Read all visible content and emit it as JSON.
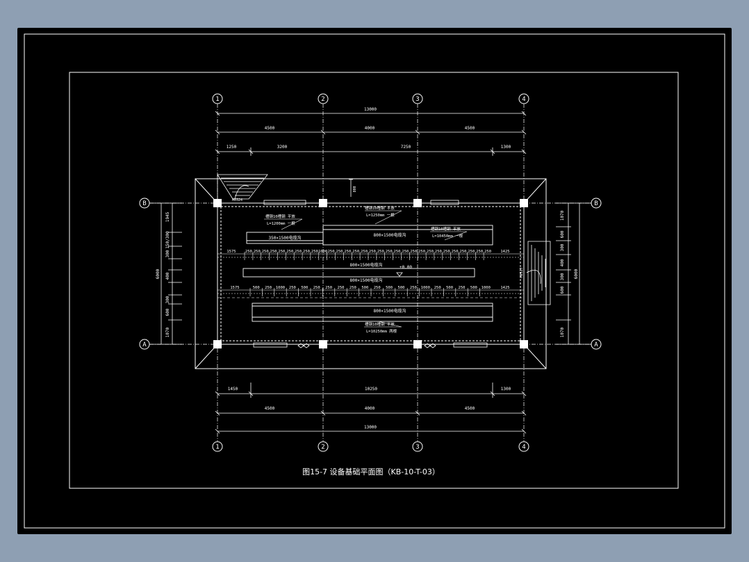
{
  "colors": {
    "background": "#8e9fb3",
    "canvas": "#000000",
    "line": "#ffffff"
  },
  "drawing": {
    "title": "图15-7  设备基础平面图（KB-10-T-03）",
    "axes": {
      "top": [
        "1",
        "2",
        "3",
        "4"
      ],
      "bottom": [
        "1",
        "2",
        "3",
        "4"
      ],
      "left": [
        "B",
        "A"
      ],
      "right": [
        "B",
        "A"
      ]
    },
    "dims": {
      "top_total": "13000",
      "top_segments": [
        "4500",
        "4000",
        "4500"
      ],
      "top_sub": [
        "1250",
        "3200",
        "7250",
        "1300"
      ],
      "bottom_total": "13000",
      "bottom_segments": [
        "4500",
        "4000",
        "4500"
      ],
      "bottom_sub": [
        "1450",
        "10250",
        "1300"
      ],
      "left_total": "6000",
      "left_segments": [
        "1945",
        "150/300",
        "300",
        "400",
        "300",
        "600",
        "1070"
      ],
      "right_total": "6000",
      "right_segments": [
        "1070",
        "600",
        "300",
        "400",
        "300",
        "600",
        "1070"
      ],
      "inner_top": "800",
      "row1_start": "1575",
      "row1_end": "1425",
      "row2_start": "1575",
      "row2_end": "1425",
      "row1_dims": [
        "250",
        "250",
        "250",
        "250",
        "250",
        "250",
        "250",
        "250",
        "250",
        "1000",
        "250",
        "250",
        "250",
        "250",
        "250",
        "250",
        "250",
        "250",
        "250",
        "250",
        "250",
        "250",
        "250",
        "250",
        "250",
        "250",
        "250",
        "250",
        "250",
        "250"
      ],
      "row2_dims": [
        "500",
        "250",
        "1000",
        "250",
        "500",
        "250",
        "250",
        "250",
        "250",
        "500",
        "250",
        "500",
        "500",
        "250",
        "1000",
        "250",
        "500",
        "250",
        "500",
        "1000"
      ]
    },
    "labels": {
      "steel_top_left_1": "槽钢10槽钢 平放",
      "steel_top_left_2": "L=1200mm 一根",
      "steel_top_mid_1": "槽钢10槽钢 平放",
      "steel_top_mid_2": "L=1250mm 一根",
      "steel_top_right_1": "槽钢10槽钢 平放",
      "steel_top_right_2": "L=10450mm 一根",
      "steel_bottom_1": "槽钢10槽钢 平放",
      "steel_bottom_2": "L=10250mm 两根",
      "trench_1": "350×1500电缆沟",
      "trench_2": "800×1500电缆沟",
      "trench_3": "800×1500电缆沟",
      "trench_4": "800×1500电缆沟",
      "trench_5": "800×1500电缆沟",
      "elevation": "±0.00",
      "door_left": "M0324",
      "door_right": "M0527"
    }
  }
}
